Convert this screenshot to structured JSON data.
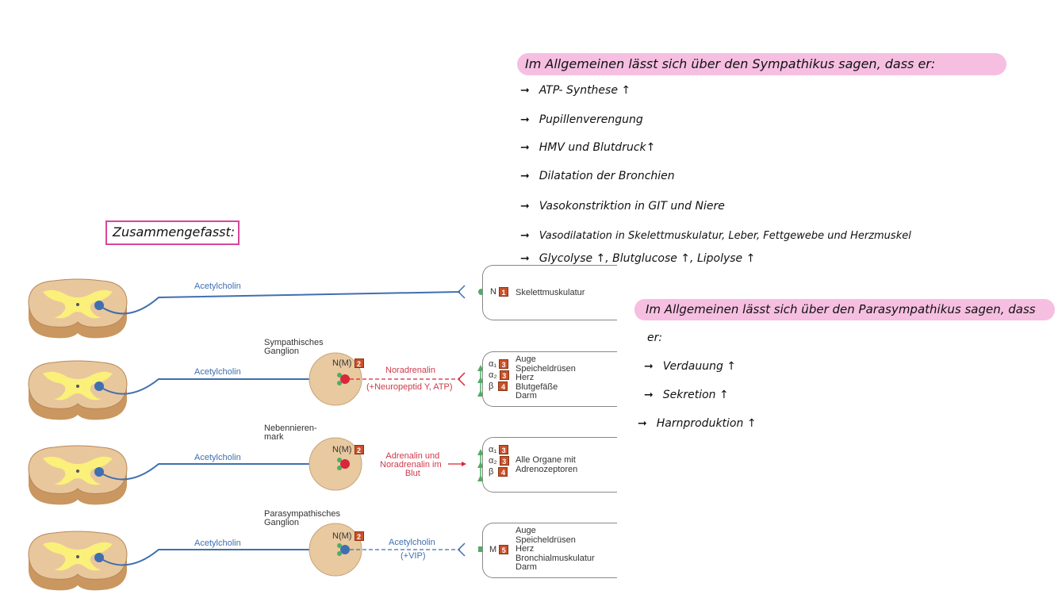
{
  "notes": {
    "sympathikus_title": "Im Allgemeinen lässt sich über den Sympathikus sagen, dass er:",
    "sympathikus_items": [
      "ATP- Synthese ↑",
      "Pupillenverengung",
      "HMV und Blutdruck↑",
      "Dilatation der Bronchien",
      "Vasokonstriktion in GIT und Niere",
      "Vasodilatation in Skelettmuskulatur, Leber, Fettgewebe und Herzmuskel",
      "Glycolyse ↑, Blutglucose ↑, Lipolyse ↑"
    ],
    "parasympathikus_title": "Im Allgemeinen lässt sich über den Parasympathikus sagen, dass",
    "parasympathikus_er": "er:",
    "parasympathikus_items": [
      "Verdauung ↑",
      "Sekretion ↑",
      "Harnproduktion ↑"
    ],
    "summary": "Zusammengefasst:"
  },
  "diagram": {
    "rows": [
      {
        "fiber_label": "Acetylcholin",
        "receptor": "N",
        "badge": "1",
        "organs": "Skelettmuskulatur"
      },
      {
        "ganglion_label_1": "Sympathisches",
        "ganglion_label_2": "Ganglion",
        "ganglion_receptor": "N(M)",
        "ganglion_badge": "2",
        "fiber_label": "Acetylcholin",
        "transmitter_1": "Noradrenalin",
        "transmitter_2": "(+Neuropeptid Y, ATP)",
        "receptors": [
          {
            "name": "α₁",
            "badge": "3"
          },
          {
            "name": "α₂",
            "badge": "3"
          },
          {
            "name": "β",
            "badge": "4"
          }
        ],
        "organs": [
          "Auge",
          "Speicheldrüsen",
          "Herz",
          "Blutgefäße",
          "Darm"
        ]
      },
      {
        "ganglion_label_1": "Nebennieren-",
        "ganglion_label_2": "mark",
        "ganglion_receptor": "N(M)",
        "ganglion_badge": "2",
        "fiber_label": "Acetylcholin",
        "transmitter_1": "Adrenalin und",
        "transmitter_2": "Noradrenalin im",
        "transmitter_3": "Blut",
        "receptors": [
          {
            "name": "α₁",
            "badge": "3"
          },
          {
            "name": "α₂",
            "badge": "3"
          },
          {
            "name": "β",
            "badge": "4"
          }
        ],
        "organs": [
          "Alle Organe mit",
          "Adrenozeptoren"
        ]
      },
      {
        "ganglion_label_1": "Parasympathisches",
        "ganglion_label_2": "Ganglion",
        "ganglion_receptor": "N(M)",
        "ganglion_badge": "2",
        "fiber_label": "Acetylcholin",
        "transmitter_1": "Acetylcholin",
        "transmitter_2": "(+VIP)",
        "receptor": "M",
        "badge": "5",
        "organs": [
          "Auge",
          "Speicheldrüsen",
          "Herz",
          "Bronchialmuskulatur",
          "Darm"
        ]
      }
    ]
  },
  "colors": {
    "highlight": "#f6bfe1",
    "box_border": "#d6479a",
    "fiber_blue": "#3f6fb0",
    "transmitter_red": "#cf3a4a",
    "ganglion_fill": "#e8c9a0",
    "spinal_gray": "#fbf07a",
    "spinal_outer": "#d9b48a",
    "badge": "#c9512a"
  }
}
